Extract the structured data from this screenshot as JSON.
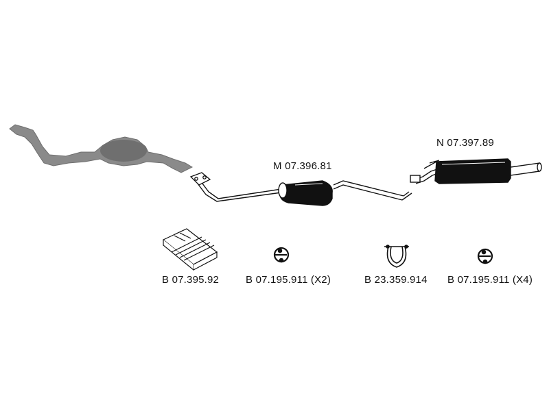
{
  "parts": {
    "front_pipe": {
      "label": "M 07.396.81"
    },
    "rear_silencer": {
      "label": "N 07.397.89"
    }
  },
  "accessories": [
    {
      "label": "B 07.395.92",
      "icon": "mounting-kit-box-icon"
    },
    {
      "label": "B 07.195.911 (X2)",
      "icon": "rubber-ring-hanger-icon"
    },
    {
      "label": "B 23.359.914",
      "icon": "pipe-clamp-icon"
    },
    {
      "label": "B 07.195.911 (X4)",
      "icon": "rubber-ring-hanger-icon"
    }
  ],
  "colors": {
    "line": "#111111",
    "ghost_part": "#8a8a8a"
  }
}
